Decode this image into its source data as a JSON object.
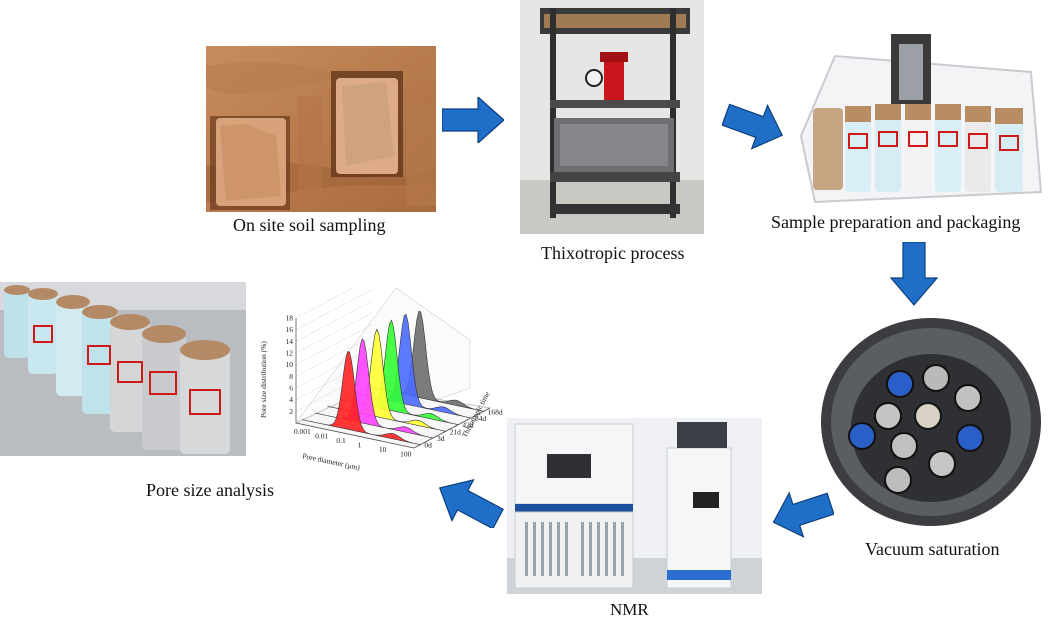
{
  "steps": [
    {
      "label": "On site soil sampling"
    },
    {
      "label": "Thixotropic process"
    },
    {
      "label": "Sample preparation and packaging"
    },
    {
      "label": "Vacuum saturation"
    },
    {
      "label": "NMR"
    },
    {
      "label": "Pore size analysis"
    }
  ],
  "colors": {
    "arrow": "#1f6fc8",
    "arrow_edge": "#0d3f7a"
  },
  "chart_data": {
    "type": "area",
    "ylabel": "Pore size distribution (%)",
    "xlabel": "Pore diameter (μm)",
    "zlabel": "Thixotropic time",
    "y_ticks": [
      "2",
      "4",
      "6",
      "8",
      "10",
      "12",
      "14",
      "16",
      "18"
    ],
    "x_ticks": [
      "0.001",
      "0.01",
      "0.1",
      "1",
      "10",
      "100"
    ],
    "z_ticks": [
      "0d",
      "3d",
      "21d",
      "42d",
      "84d",
      "168d"
    ],
    "ylim": [
      0,
      18
    ],
    "series": [
      {
        "name": "0d",
        "color": "#ff2020",
        "peak": 13.5
      },
      {
        "name": "3d",
        "color": "#ff40ff",
        "peak": 14.5
      },
      {
        "name": "21d",
        "color": "#ffff33",
        "peak": 15.0
      },
      {
        "name": "42d",
        "color": "#33ff33",
        "peak": 15.5
      },
      {
        "name": "84d",
        "color": "#4a6cff",
        "peak": 15.5
      },
      {
        "name": "168d",
        "color": "#6e6e6e",
        "peak": 15.0
      }
    ]
  }
}
